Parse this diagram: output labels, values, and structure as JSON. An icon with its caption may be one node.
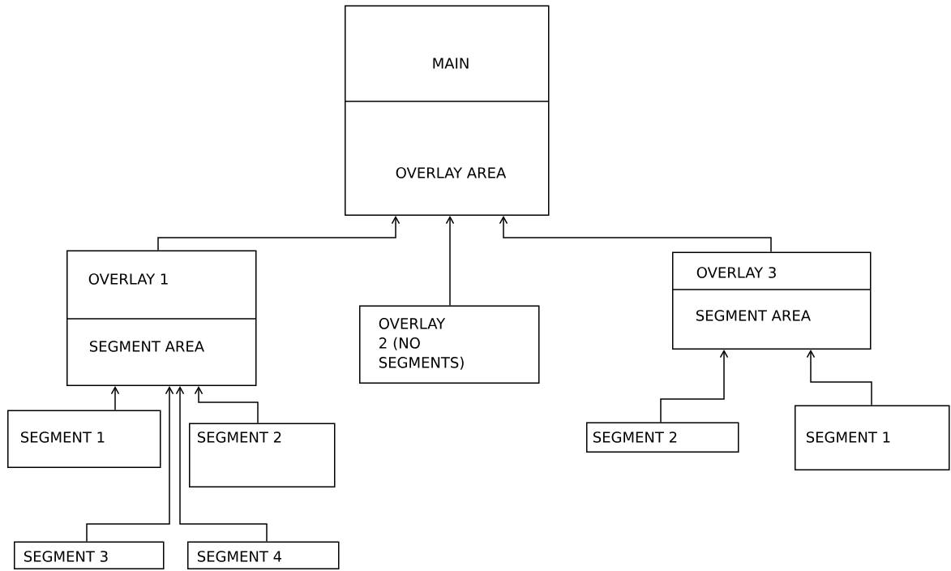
{
  "diagram": {
    "nodes": [
      {
        "text": [
          "MAIN",
          "OVERLAY AREA"
        ]
      },
      {
        "text": [
          "OVERLAY 1",
          "SEGMENT AREA"
        ]
      },
      {
        "text": [
          "OVERLAY 2 (NO SEGMENTS)"
        ]
      },
      {
        "text": [
          "OVERLAY 3",
          "SEGMENT AREA"
        ]
      },
      {
        "text": [
          "SEGMENT 1"
        ]
      },
      {
        "text": [
          "SEGMENT 2"
        ]
      },
      {
        "text": [
          "SEGMENT 3"
        ]
      },
      {
        "text": [
          "SEGMENT 4"
        ]
      },
      {
        "text": [
          "SEGMENT 2"
        ]
      },
      {
        "text": [
          "SEGMENT 1"
        ]
      }
    ],
    "edges": [
      {
        "from": 1,
        "to": 0,
        "arrow": "to"
      },
      {
        "from": 2,
        "to": 0,
        "arrow": "to"
      },
      {
        "from": 3,
        "to": 0,
        "arrow": "to"
      },
      {
        "from": 4,
        "to": 1,
        "arrow": "to"
      },
      {
        "from": 5,
        "to": 1,
        "arrow": "to"
      },
      {
        "from": 6,
        "to": 1,
        "arrow": "to"
      },
      {
        "from": 7,
        "to": 1,
        "arrow": "to"
      },
      {
        "from": 8,
        "to": 3,
        "arrow": "to"
      },
      {
        "from": 9,
        "to": 3,
        "arrow": "to"
      }
    ]
  }
}
